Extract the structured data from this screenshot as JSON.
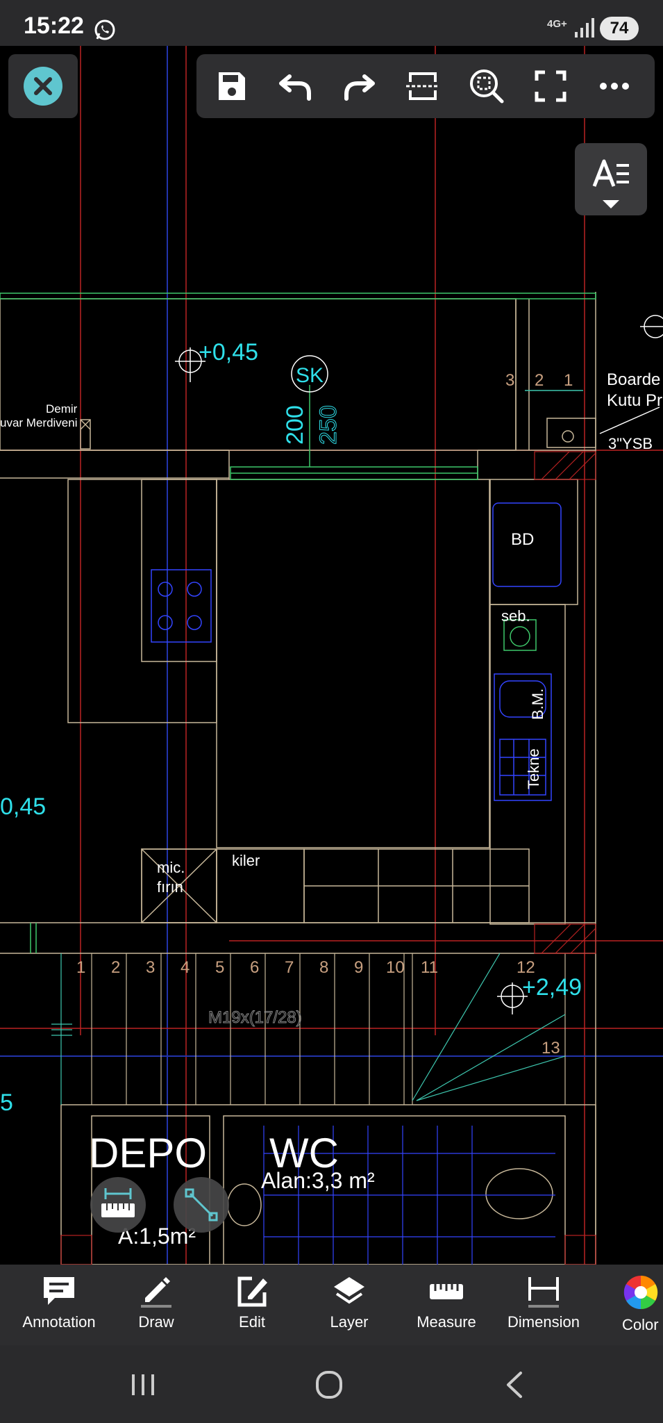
{
  "status": {
    "time": "15:22",
    "network": "4G+",
    "battery": "74"
  },
  "toolbar": {
    "close_icon": "close-icon",
    "buttons": [
      "save-icon",
      "undo-icon",
      "redo-icon",
      "section-icon",
      "zoom-window-icon",
      "fullscreen-icon",
      "more-icon"
    ]
  },
  "drawing": {
    "labels": {
      "elev1": "+0,45",
      "elev2": "0,45",
      "elev3": "+2,49",
      "sk": "SK",
      "dim200": "200",
      "dim250": "250",
      "demir": "Demir",
      "duvar": "uvar Merdiveni",
      "boarde": "Boarde",
      "kutu": "Kutu Pr",
      "ysb": "3\"YSB",
      "bd": "BD",
      "seb": "seb.",
      "bm": "B.M.",
      "tekne": "Tekne",
      "mic": "mic.",
      "firin": "fırın",
      "kiler": "kiler",
      "stair": "M19x(17/28)",
      "step12": "12",
      "step13": "13",
      "side5": "5",
      "depo": "DEPO",
      "depo_area": "A:1,5m²",
      "wc": "WC",
      "wc_area": "Alan:3,3 m²"
    },
    "top_steps": [
      "3",
      "2",
      "1"
    ],
    "stair_steps": [
      "1",
      "2",
      "3",
      "4",
      "5",
      "6",
      "7",
      "8",
      "9",
      "10",
      "11"
    ]
  },
  "bottombar": {
    "items": [
      {
        "label": "Annotation",
        "icon": "annotation-icon"
      },
      {
        "label": "Draw",
        "icon": "draw-icon"
      },
      {
        "label": "Edit",
        "icon": "edit-icon"
      },
      {
        "label": "Layer",
        "icon": "layer-icon"
      },
      {
        "label": "Measure",
        "icon": "measure-icon"
      },
      {
        "label": "Dimension",
        "icon": "dimension-icon"
      },
      {
        "label": "Color",
        "icon": "color-icon"
      }
    ]
  },
  "colors": {
    "accent": "#5fc6cf",
    "cyan": "#2fe0ea",
    "toolbar": "#2f2f31",
    "background": "#000000"
  }
}
